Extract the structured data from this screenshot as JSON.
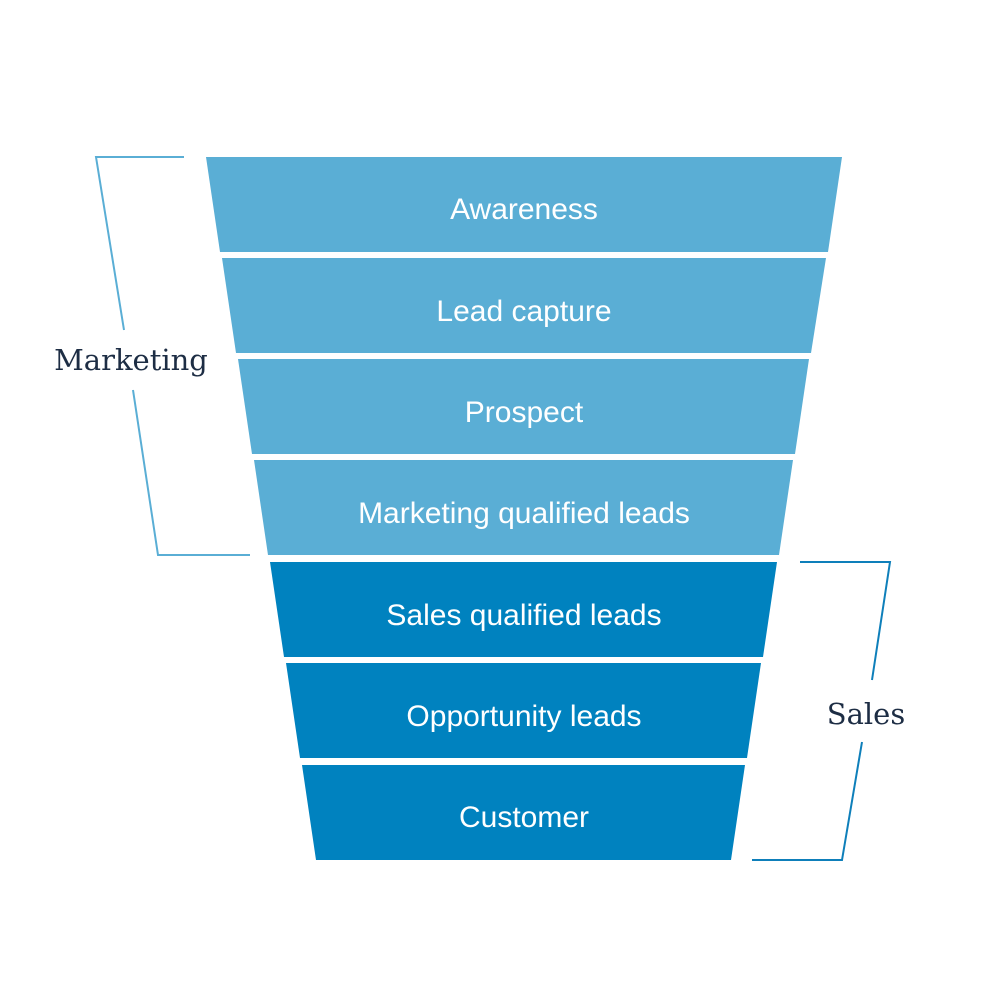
{
  "colors": {
    "marketing": "#5aaed5",
    "sales": "#0082bf",
    "marketing_bracket": "#5aaed5",
    "sales_bracket": "#0e7fba",
    "group_text": "#1d2d44",
    "stage_text": "#ffffff"
  },
  "funnel": {
    "stages": [
      {
        "label": "Awareness",
        "group": "marketing"
      },
      {
        "label": "Lead capture",
        "group": "marketing"
      },
      {
        "label": "Prospect",
        "group": "marketing"
      },
      {
        "label": "Marketing qualified leads",
        "group": "marketing"
      },
      {
        "label": "Sales qualified leads",
        "group": "sales"
      },
      {
        "label": "Opportunity leads",
        "group": "sales"
      },
      {
        "label": "Customer",
        "group": "sales"
      }
    ]
  },
  "groups": {
    "marketing": {
      "label": "Marketing"
    },
    "sales": {
      "label": "Sales"
    }
  }
}
